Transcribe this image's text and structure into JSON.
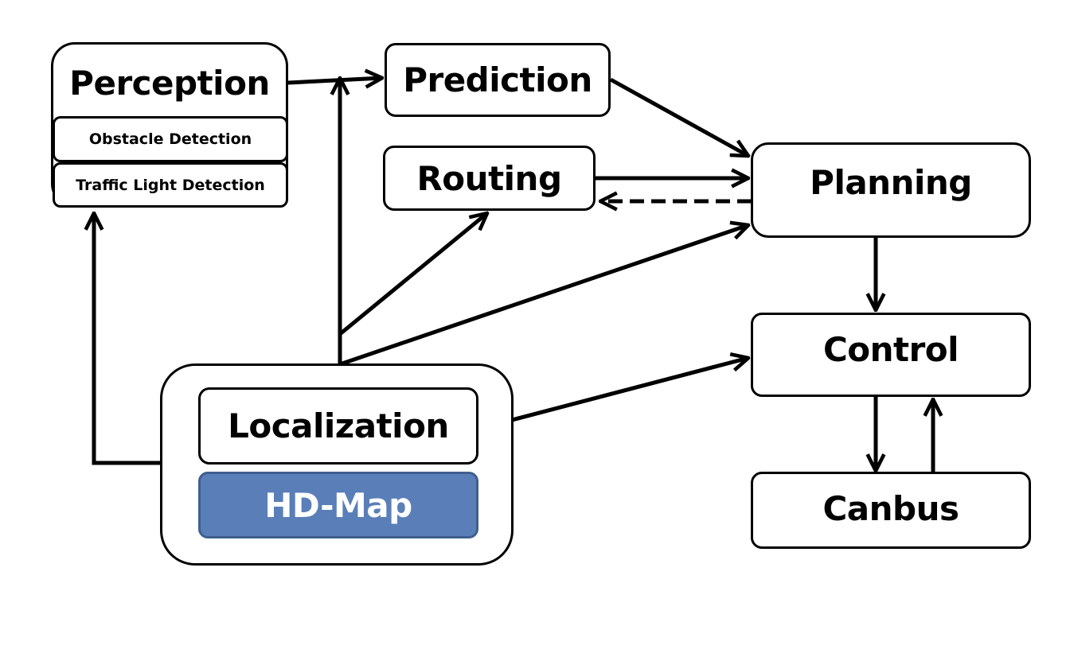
{
  "modules": {
    "perception": "Perception",
    "obstacle_detection": "Obstacle Detection",
    "traffic_light_detection": "Traffic Light Detection",
    "prediction": "Prediction",
    "routing": "Routing",
    "planning": "Planning",
    "control": "Control",
    "canbus": "Canbus",
    "localization": "Localization",
    "hd_map": "HD-Map"
  },
  "colors": {
    "hd_map_fill": "#5a7fb8",
    "hd_map_text": "#ffffff",
    "stroke": "#000000"
  }
}
